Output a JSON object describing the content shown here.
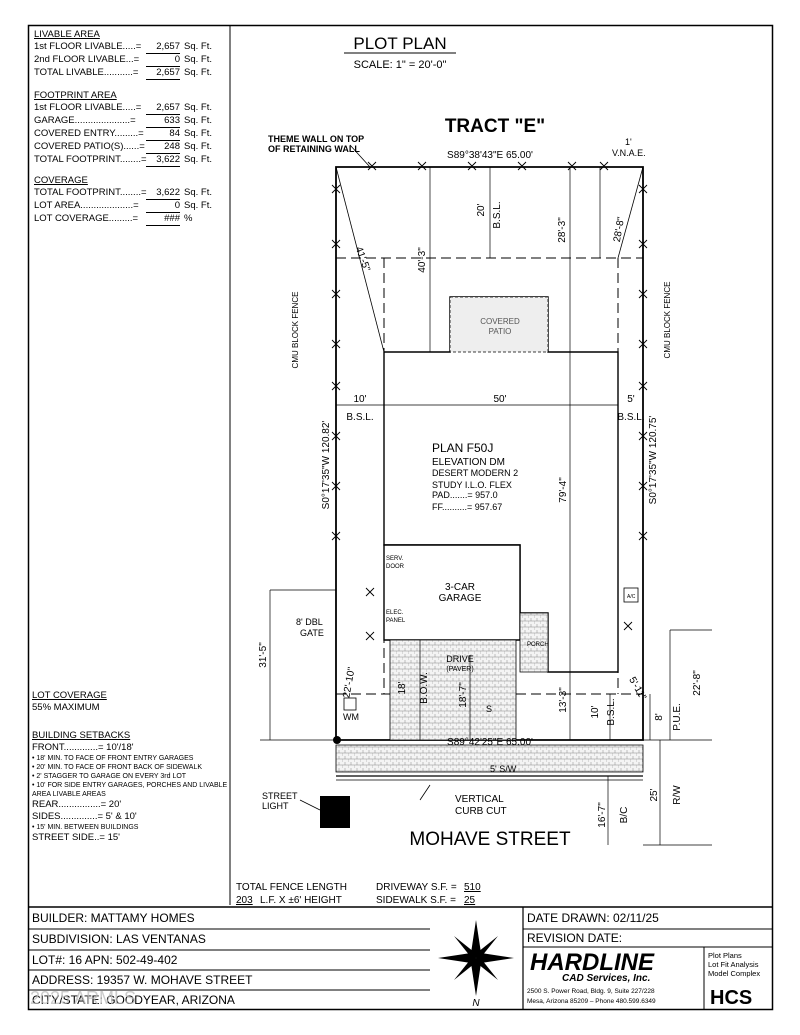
{
  "title": "PLOT PLAN",
  "scale": "SCALE: 1\" = 20'-0\"",
  "tract": "TRACT \"E\"",
  "street_name": "MOHAVE STREET",
  "livable": {
    "heading": "LIVABLE AREA",
    "rows": [
      {
        "label": "1st FLOOR LIVABLE.....=",
        "value": "2,657",
        "unit": "Sq. Ft."
      },
      {
        "label": "2nd FLOOR LIVABLE...=",
        "value": "0",
        "unit": "Sq. Ft."
      },
      {
        "label": "TOTAL LIVABLE...........=",
        "value": "2,657",
        "unit": "Sq. Ft."
      }
    ]
  },
  "footprint": {
    "heading": "FOOTPRINT AREA",
    "rows": [
      {
        "label": "1st FLOOR LIVABLE.....=",
        "value": "2,657",
        "unit": "Sq. Ft."
      },
      {
        "label": "GARAGE.....................=",
        "value": "633",
        "unit": "Sq. Ft."
      },
      {
        "label": "COVERED ENTRY.........=",
        "value": "84",
        "unit": "Sq. Ft."
      },
      {
        "label": "COVERED PATIO(S)......=",
        "value": "248",
        "unit": "Sq. Ft."
      },
      {
        "label": "TOTAL FOOTPRINT........=",
        "value": "3,622",
        "unit": "Sq. Ft."
      }
    ]
  },
  "coverage": {
    "heading": "COVERAGE",
    "rows": [
      {
        "label": "TOTAL FOOTPRINT........=",
        "value": "3,622",
        "unit": "Sq. Ft."
      },
      {
        "label": "LOT AREA....................=",
        "value": "0",
        "unit": "Sq. Ft."
      },
      {
        "label": "LOT COVERAGE.........=",
        "value": "###",
        "unit": "%"
      }
    ]
  },
  "lot_coverage": {
    "heading": "LOT COVERAGE",
    "max": "55% MAXIMUM"
  },
  "setbacks": {
    "heading": "BUILDING SETBACKS",
    "front": "FRONT.............= 10'/18'",
    "notes": [
      "• 18' MIN. TO FACE OF FRONT ENTRY GARAGES",
      "• 20' MIN. TO FACE OF FRONT BACK OF SIDEWALK",
      "• 2' STAGGER TO GARAGE ON EVERY 3rd LOT",
      "• 10' FOR SIDE ENTRY GARAGES, PORCHES AND LIVABLE AREA LIVABLE AREAS"
    ],
    "rear": "REAR................= 20'",
    "sides": "SIDES..............= 5' & 10'",
    "sides_note": "• 15' MIN. BETWEEN BUILDINGS",
    "street_side": "STREET SIDE..= 15'"
  },
  "plan": {
    "plan_name": "PLAN F50J",
    "elevation": "ELEVATION DM",
    "style": "DESERT MODERN 2",
    "study": "STUDY I.L.O. FLEX",
    "pad": "PAD.......= 957.0",
    "ff": "FF..........= 957.67",
    "garage": "3-CAR",
    "garage2": "GARAGE",
    "covered_patio": "COVERED",
    "covered_patio2": "PATIO",
    "drive": "DRIVE",
    "drive2": "(PAVER)",
    "porch": "PORCH",
    "serv_door": "SERV.",
    "serv_door2": "DOOR",
    "elec": "ELEC.",
    "elec2": "PANEL",
    "ac": "A/C",
    "wm": "WM",
    "s": "S"
  },
  "dims": {
    "top_bearing": "S89°38'43\"E 65.00'",
    "bottom_bearing": "S89°42'25\"E 65.00'",
    "left_bearing": "S0°17'35\"W 120.82'",
    "right_bearing": "S0°17'35\"W 120.75'",
    "rear_bsl": "20'",
    "bsl": "B.S.L.",
    "d_40_3": "40'-3\"",
    "d_41_5": "41'-5\"",
    "d_28_3": "28'-3\"",
    "d_28_8": "28'-8\"",
    "d_10": "10'",
    "d_50": "50'",
    "d_5": "5'",
    "d_79_4": "79'-4\"",
    "d_31_5": "31'-5\"",
    "d_22_10": "22'-10\"",
    "d_18": "18'",
    "bow": "B.O.W.",
    "d_18_7": "18'-7\"",
    "d_13_3": "13'-3\"",
    "d_10b": "10'",
    "d_5_11": "5'-11\"",
    "d_22_8": "22'-8\"",
    "d_8": "8'",
    "pue": "P.U.E.",
    "sw": "5' S/W",
    "d_16_7": "16'-7\"",
    "bc": "B/C",
    "d_25": "25'",
    "rw": "R/W",
    "vnae": "1'",
    "vnae2": "V.N.A.E."
  },
  "labels": {
    "theme_wall": "THEME WALL ON TOP",
    "theme_wall2": "OF RETAINING WALL",
    "cmu_left": "CMU BLOCK FENCE",
    "cmu_right": "CMU BLOCK FENCE",
    "gate": "8' DBL",
    "gate2": "GATE",
    "street_light": "STREET",
    "street_light2": "LIGHT",
    "curb": "VERTICAL",
    "curb2": "CURB CUT"
  },
  "fence": {
    "heading": "TOTAL FENCE LENGTH",
    "length": "203",
    "suffix": "L.F. X ±6' HEIGHT"
  },
  "driveway": {
    "label": "DRIVEWAY S.F. =",
    "value": "510"
  },
  "sidewalk": {
    "label": "SIDEWALK S.F. =",
    "value": "25"
  },
  "titleblock": {
    "builder": "BUILDER: MATTAMY HOMES",
    "subdivision": "SUBDIVISION: LAS VENTANAS",
    "lot": "LOT#: 16   APN: 502-49-402",
    "address": "ADDRESS: 19357 W. MOHAVE STREET",
    "city": "CITY/STATE: GOODYEAR, ARIZONA",
    "date_drawn": "DATE DRAWN:  02/11/25",
    "revision": "REVISION DATE:",
    "north": "N"
  },
  "company": {
    "name": "HARDLINE",
    "name2": "CAD Services, Inc.",
    "services": [
      "Plot Plans",
      "Lot Fit Analysis",
      "Model Complex"
    ],
    "address1": "2500 S. Power Road, Bldg. 9, Suite 227/228",
    "address2": "Mesa, Arizona 85209 – Phone 480.599.6349",
    "mark": "HCS"
  },
  "watermark": "2025 ARMLS"
}
